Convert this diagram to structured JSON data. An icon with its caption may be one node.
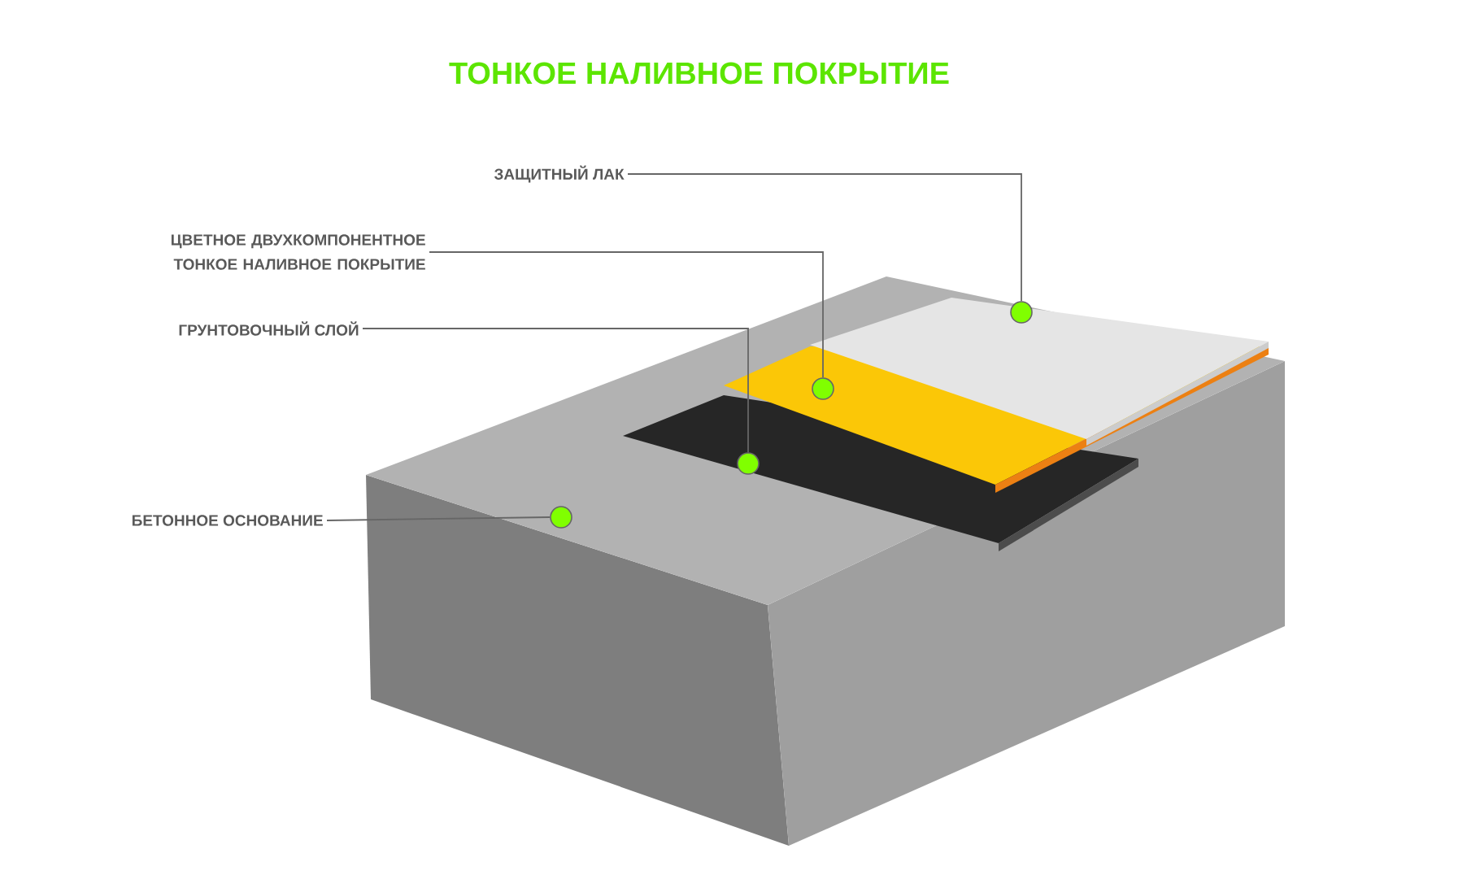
{
  "diagram": {
    "title": "ТОНКОЕ  НАЛИВНОЕ  ПОКРЫТИЕ",
    "nodes": [
      {
        "text": [
          "ЗАЩИТНЫЙ ЛАК"
        ]
      },
      {
        "text": [
          "ЦВЕТНОЕ ДВУХКОМПОНЕНТНОЕ ТОНКОЕ НАЛИВНОЕ ПОКРЫТИЕ"
        ]
      },
      {
        "text": [
          "ГРУНТОВОЧНЫЙ СЛОЙ"
        ]
      },
      {
        "text": [
          "БЕТОННОЕ ОСНОВАНИЕ"
        ]
      },
      {
        "text": [],
        "shape": "circle"
      },
      {
        "text": [],
        "shape": "circle"
      },
      {
        "text": [],
        "shape": "circle"
      },
      {
        "text": [],
        "shape": "circle"
      }
    ],
    "edges": [
      {
        "from": 0,
        "to": 7,
        "arrow": "none"
      },
      {
        "from": 1,
        "to": 6,
        "arrow": "none"
      },
      {
        "from": 2,
        "to": 5,
        "arrow": "none"
      },
      {
        "from": 3,
        "to": 4,
        "arrow": "none"
      }
    ]
  }
}
